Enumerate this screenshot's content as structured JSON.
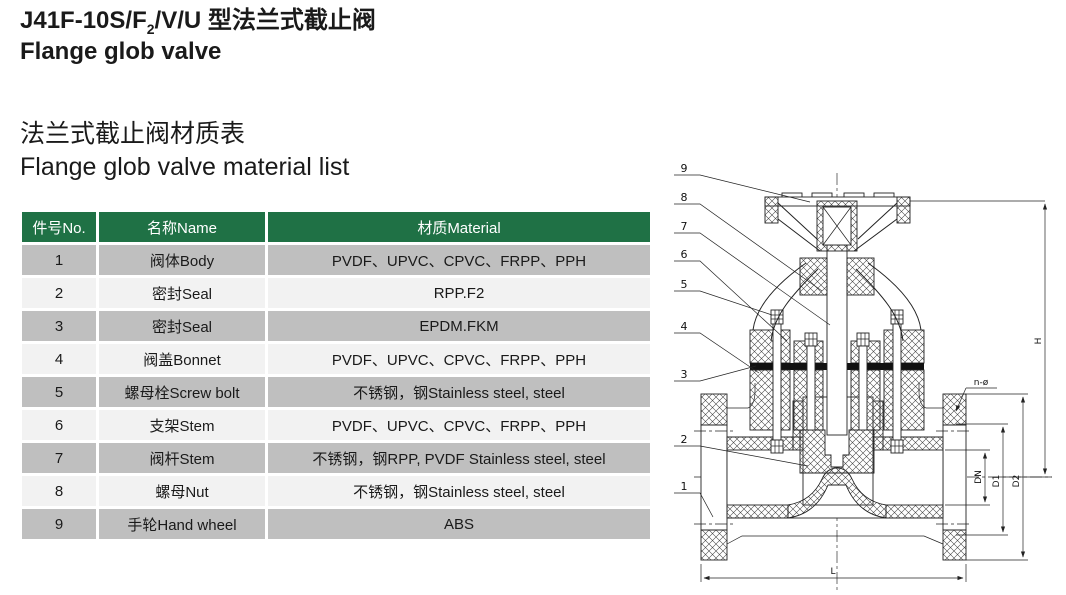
{
  "header": {
    "model_prefix": "J41F-10S/F",
    "model_subscript": "2",
    "model_suffix": "/V/U",
    "title_zh": "型法兰式截止阀",
    "title_en": "Flange glob valve"
  },
  "section": {
    "heading_zh": "法兰式截止阀材质表",
    "heading_en": "Flange glob valve material list"
  },
  "table": {
    "columns": [
      "件号No.",
      "名称Name",
      "材质Material"
    ],
    "rows": [
      {
        "no": "1",
        "name": "阀体Body",
        "material": "PVDF、UPVC、CPVC、FRPP、PPH"
      },
      {
        "no": "2",
        "name": "密封Seal",
        "material": "RPP.F2"
      },
      {
        "no": "3",
        "name": "密封Seal",
        "material": "EPDM.FKM"
      },
      {
        "no": "4",
        "name": "阀盖Bonnet",
        "material": "PVDF、UPVC、CPVC、FRPP、PPH"
      },
      {
        "no": "5",
        "name": "螺母栓Screw bolt",
        "material": "不锈钢，钢Stainless steel, steel"
      },
      {
        "no": "6",
        "name": "支架Stem",
        "material": "PVDF、UPVC、CPVC、FRPP、PPH"
      },
      {
        "no": "7",
        "name": "阀杆Stem",
        "material": "不锈钢，钢RPP, PVDF Stainless steel, steel"
      },
      {
        "no": "8",
        "name": "螺母Nut",
        "material": "不锈钢，钢Stainless steel, steel"
      },
      {
        "no": "9",
        "name": "手轮Hand wheel",
        "material": "ABS"
      }
    ]
  },
  "drawing": {
    "callouts": {
      "c1": "1",
      "c2": "2",
      "c3": "3",
      "c4": "4",
      "c5": "5",
      "c6": "6",
      "c7": "7",
      "c8": "8",
      "c9": "9"
    },
    "dimensions": {
      "height": "H",
      "length": "L",
      "nominal_bore": "DN",
      "bolt_circle": "D1",
      "flange_diameter": "D2",
      "bolt_holes": "n-ø"
    }
  },
  "colors": {
    "header_bg": "#1F7145",
    "header_text": "#FFFFFF",
    "row_odd_bg": "#BFBFBF",
    "row_even_bg": "#F2F2F2",
    "line": "#222222"
  }
}
